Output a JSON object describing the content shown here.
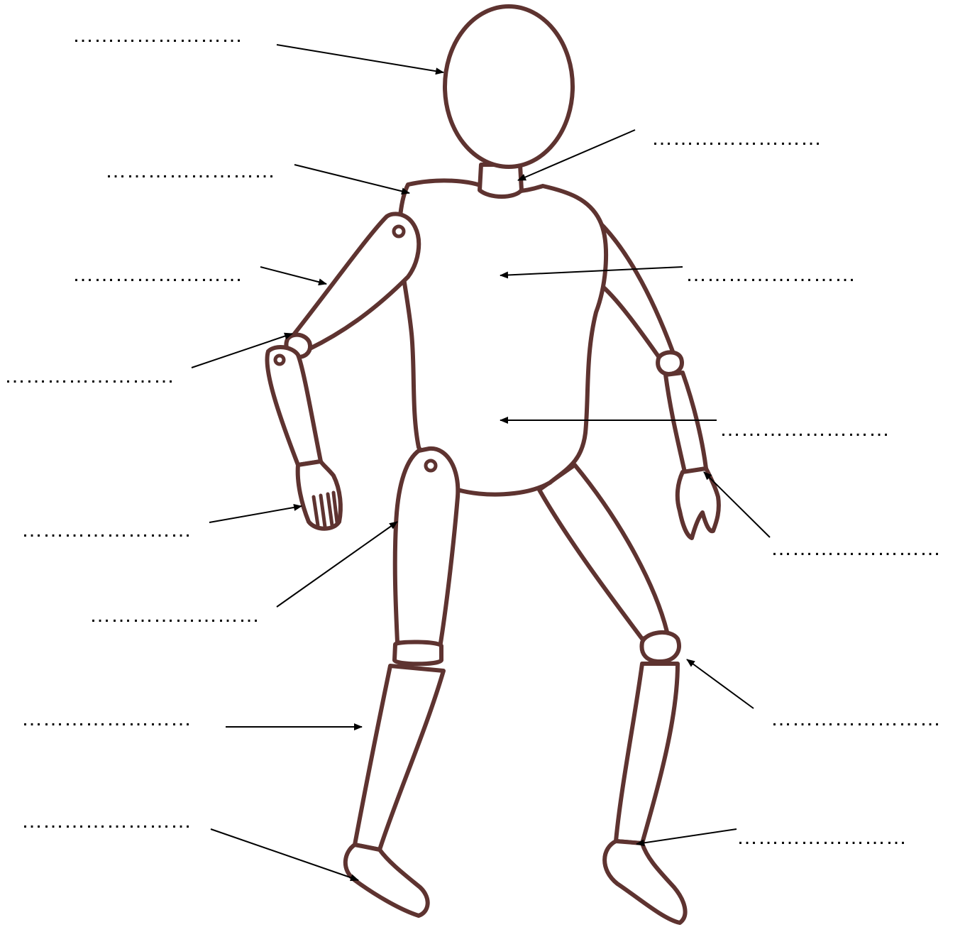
{
  "blank_label": "……………………",
  "labels": [
    {
      "id": "head",
      "text": "……………………"
    },
    {
      "id": "neck",
      "text": "……………………"
    },
    {
      "id": "shoulder",
      "text": "……………………"
    },
    {
      "id": "upper-arm",
      "text": "……………………"
    },
    {
      "id": "chest",
      "text": "……………………"
    },
    {
      "id": "elbow",
      "text": "……………………"
    },
    {
      "id": "stomach",
      "text": "……………………"
    },
    {
      "id": "hand-left",
      "text": "……………………"
    },
    {
      "id": "hand-right",
      "text": "……………………"
    },
    {
      "id": "thigh",
      "text": "……………………"
    },
    {
      "id": "shin",
      "text": "……………………"
    },
    {
      "id": "knee",
      "text": "……………………"
    },
    {
      "id": "foot",
      "text": "……………………"
    },
    {
      "id": "ankle",
      "text": "……………………"
    }
  ],
  "colors": {
    "figure_outline": "#5e3330",
    "arrows": "#000000",
    "background": "#ffffff"
  }
}
